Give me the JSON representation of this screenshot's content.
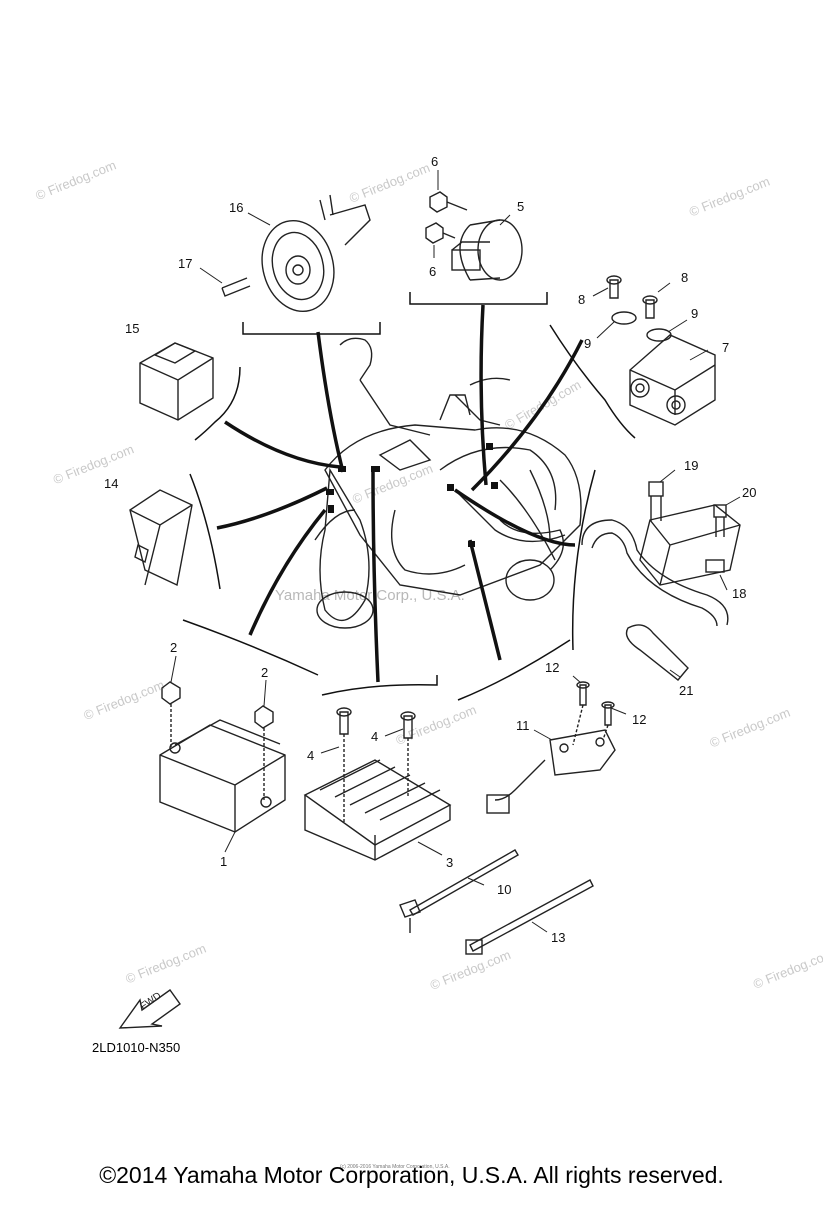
{
  "callouts": {
    "c1": "1",
    "c2a": "2",
    "c2b": "2",
    "c3": "3",
    "c4a": "4",
    "c4b": "4",
    "c5": "5",
    "c6a": "6",
    "c6b": "6",
    "c7": "7",
    "c8a": "8",
    "c8b": "8",
    "c9a": "9",
    "c9b": "9",
    "c10": "10",
    "c11": "11",
    "c12a": "12",
    "c12b": "12",
    "c13": "13",
    "c14": "14",
    "c15": "15",
    "c16": "16",
    "c17": "17",
    "c18": "18",
    "c19": "19",
    "c20": "20",
    "c21": "21"
  },
  "watermark": "© Firedog.com",
  "center_watermark": "Yamaha Motor Corp., U.S.A.",
  "fwd_label": "FWD",
  "diagram_code": "2LD1010-N350",
  "tiny_copyright": "(c) 2006-2016 Yamaha Motor Corporation, U.S.A.",
  "footer": "©2014 Yamaha Motor Corporation, U.S.A. All rights reserved."
}
